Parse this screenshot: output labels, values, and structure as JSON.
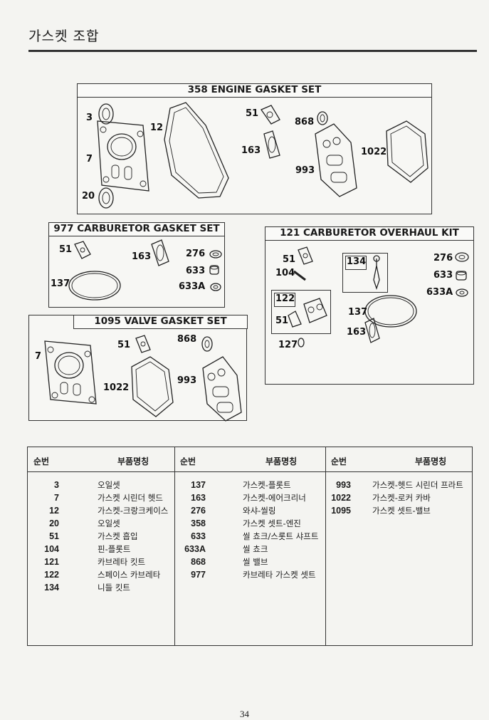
{
  "page": {
    "title": "가스켓 조합",
    "page_number": "34"
  },
  "panels": {
    "engine": {
      "title": "358 ENGINE GASKET SET",
      "labels": [
        "3",
        "12",
        "7",
        "20",
        "51",
        "868",
        "163",
        "993",
        "1022"
      ]
    },
    "carb_gasket": {
      "title": "977 CARBURETOR  GASKET SET",
      "labels": [
        "51",
        "163",
        "276",
        "633",
        "633A",
        "137"
      ]
    },
    "carb_overhaul": {
      "title": "121 CARBURETOR OVERHAUL KIT",
      "labels": [
        "51",
        "104",
        "134",
        "276",
        "633",
        "633A",
        "122",
        "51",
        "137",
        "163",
        "127"
      ]
    },
    "valve": {
      "title": "1095 VALVE GASKET SET",
      "labels": [
        "7",
        "51",
        "868",
        "1022",
        "993"
      ]
    }
  },
  "table": {
    "headers": [
      {
        "num": "순번",
        "name": "부품명칭"
      },
      {
        "num": "순번",
        "name": "부품명칭"
      },
      {
        "num": "순번",
        "name": "부품명칭"
      }
    ],
    "columns": [
      [
        {
          "num": "3",
          "name": "오일셋"
        },
        {
          "num": "7",
          "name": "가스켓 시린더 헷드"
        },
        {
          "num": "12",
          "name": "가스켓-크랑크케이스"
        },
        {
          "num": "20",
          "name": "오일셋"
        },
        {
          "num": "51",
          "name": "가스켓 흡입"
        },
        {
          "num": "104",
          "name": "핀-플롯트"
        },
        {
          "num": "121",
          "name": "카브레타 킷트"
        },
        {
          "num": "122",
          "name": "스페이스 카브레타"
        },
        {
          "num": "134",
          "name": "니들 킷트"
        }
      ],
      [
        {
          "num": "137",
          "name": "가스켓-플롯트"
        },
        {
          "num": "163",
          "name": "가스켓-에어크리너"
        },
        {
          "num": "276",
          "name": "와샤-씰링"
        },
        {
          "num": "358",
          "name": "가스켓 셋트-엔진"
        },
        {
          "num": "633",
          "name": "씰 쵸크/스롯트 샤프트"
        },
        {
          "num": "633A",
          "name": "씰 쵸크"
        },
        {
          "num": "868",
          "name": "씰 밸브"
        },
        {
          "num": "977",
          "name": "카브레타 가스켓 셋트"
        }
      ],
      [
        {
          "num": "993",
          "name": "가스켓-헷드 시린더 프라트"
        },
        {
          "num": "1022",
          "name": "가스켓-로커 카바"
        },
        {
          "num": "1095",
          "name": "가스켓 셋트-밸브"
        }
      ]
    ]
  }
}
